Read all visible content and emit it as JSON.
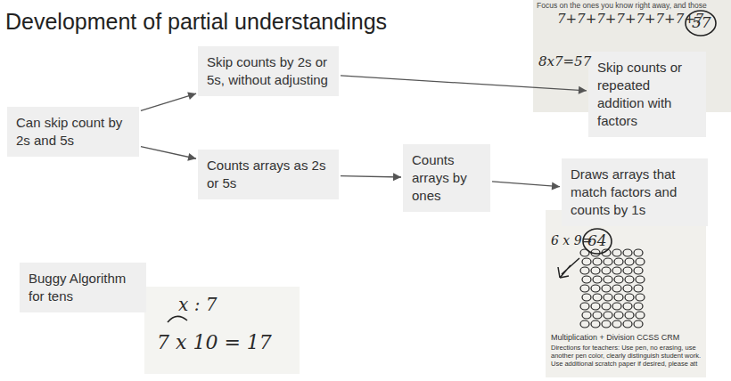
{
  "diagram": {
    "title": "Development of partial understandings",
    "nodes": [
      {
        "text": [
          "Can skip count by 2s and 5s"
        ]
      },
      {
        "text": [
          "Skip counts by 2s or 5s, without adjusting"
        ]
      },
      {
        "text": [
          "Counts arrays as 2s or 5s"
        ]
      },
      {
        "text": [
          "Counts arrays by ones"
        ]
      },
      {
        "text": [
          "Skip counts or repeated addition with factors"
        ]
      },
      {
        "text": [
          "Draws arrays that match factors and counts by 1s"
        ]
      },
      {
        "text": [
          "Buggy Algorithm for tens"
        ]
      }
    ],
    "edges": [
      {
        "from": 0,
        "to": 1,
        "arrow": "to"
      },
      {
        "from": 0,
        "to": 2,
        "arrow": "to"
      },
      {
        "from": 1,
        "to": 4,
        "arrow": "to"
      },
      {
        "from": 2,
        "to": 3,
        "arrow": "to"
      },
      {
        "from": 3,
        "to": 5,
        "arrow": "to"
      }
    ],
    "labels": [
      "Focus on the ones you know right away, and those",
      "7+7+7+7+7+7+7+7",
      "57",
      "8x7=57",
      "6 x 9=",
      "64",
      "Multiplication + Division CCSS CRM",
      "Directions for teachers: Use pen, no erasing, use another pen color, clearly distinguish student work. Use additional scratch paper if desired, please att",
      "x : 7",
      "7 x 10 = 17"
    ]
  }
}
